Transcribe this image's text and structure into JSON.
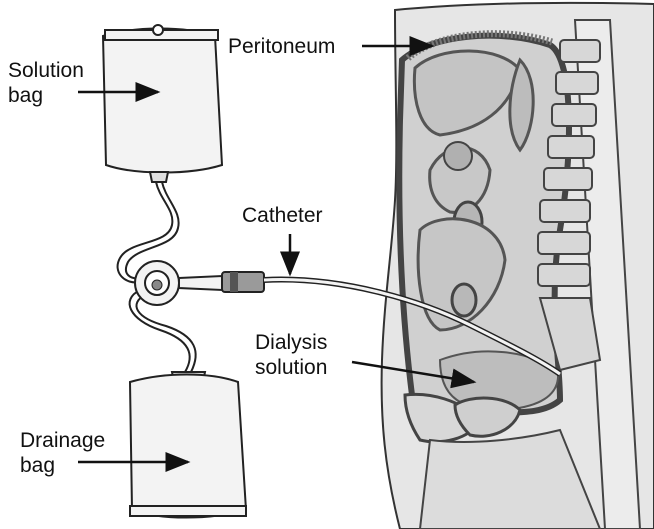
{
  "labels": {
    "solution_bag_line1": "Solution",
    "solution_bag_line2": "bag",
    "peritoneum": "Peritoneum",
    "catheter": "Catheter",
    "dialysis_line1": "Dialysis",
    "dialysis_line2": "solution",
    "drainage_line1": "Drainage",
    "drainage_line2": "bag"
  },
  "colors": {
    "ink": "#222222",
    "bag_fill": "#f3f3f3",
    "body_fill": "#e6e6e6",
    "organ_fill": "#c9c9c9",
    "organ_stroke": "#555555",
    "bone_fill": "#d7d7d7",
    "solution_fill": "#bdbdbd"
  }
}
